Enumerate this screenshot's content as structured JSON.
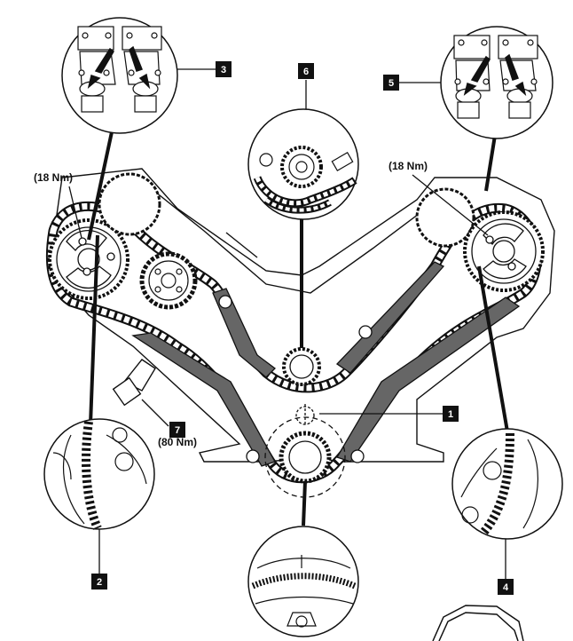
{
  "callouts": [
    {
      "id": "c1",
      "number": "1"
    },
    {
      "id": "c2",
      "number": "2"
    },
    {
      "id": "c3",
      "number": "3"
    },
    {
      "id": "c4",
      "number": "4"
    },
    {
      "id": "c5",
      "number": "5"
    },
    {
      "id": "c6",
      "number": "6"
    },
    {
      "id": "c7",
      "number": "7"
    }
  ],
  "torque": {
    "left_cam": "(18 Nm)",
    "right_cam": "(18 Nm)",
    "tensioner": "(80 Nm)"
  },
  "colors": {
    "line": "#111111",
    "guide_fill": "#666666",
    "callout_bg": "#111111"
  }
}
